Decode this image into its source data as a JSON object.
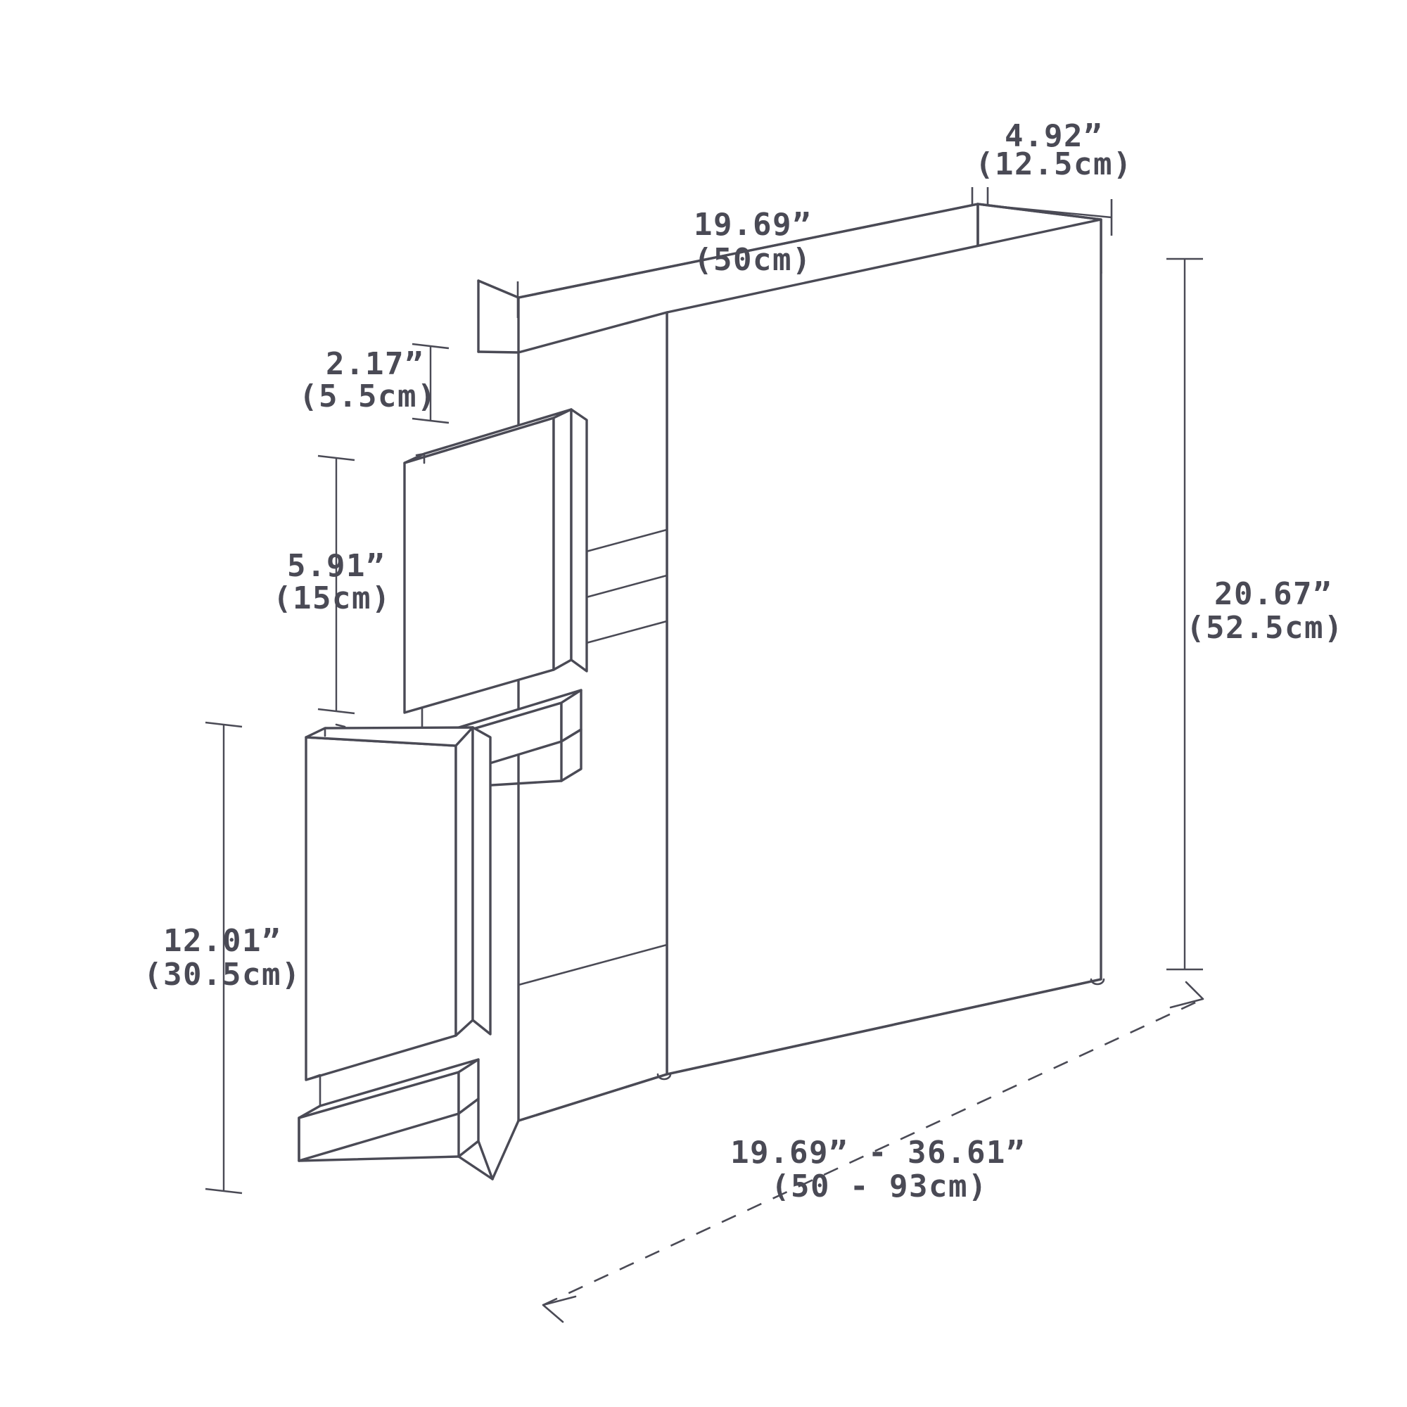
{
  "diagram": {
    "title": "Slim rolling storage cart dimension diagram",
    "background_color": "#ffffff",
    "line_color": "#4a4a55",
    "dimensions": {
      "depth_top": {
        "imperial": "4.92”",
        "metric": "(12.5cm)",
        "name": "top-depth"
      },
      "width_top": {
        "imperial": "19.69”",
        "metric": "(50cm)",
        "name": "top-width"
      },
      "shelf_lip": {
        "imperial": "2.17”",
        "metric": "(5.5cm)",
        "name": "upper-tray-height"
      },
      "mid_drawer": {
        "imperial": "5.91”",
        "metric": "(15cm)",
        "name": "middle-drawer-height"
      },
      "low_drawer": {
        "imperial": "12.01”",
        "metric": "(30.5cm)",
        "name": "lower-drawer-height"
      },
      "total_height": {
        "imperial": "20.67”",
        "metric": "(52.5cm)",
        "name": "overall-height"
      },
      "adjustable_depth": {
        "imperial": "19.69” - 36.61”",
        "metric": "(50 - 93cm)",
        "name": "adjustable-depth-range"
      }
    }
  }
}
